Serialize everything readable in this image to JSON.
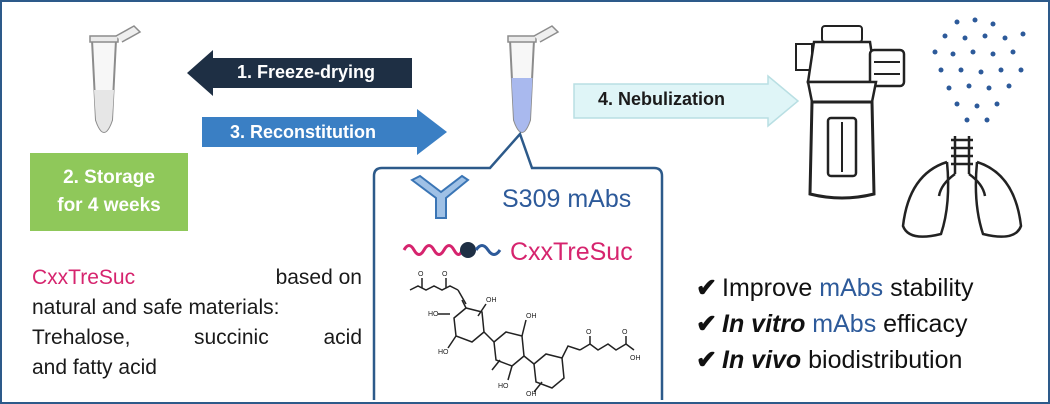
{
  "steps": {
    "freeze_drying": "1. Freeze-drying",
    "storage_line1": "2. Storage",
    "storage_line2": "for 4 weeks",
    "reconstitution": "3. Reconstitution",
    "nebulization": "4. Nebulization"
  },
  "zoom_box": {
    "antibody_label": "S309 mAbs",
    "surfactant_label": "CxxTreSuc"
  },
  "description": {
    "highlight": "CxxTreSuc",
    "line1_rest": "based on",
    "line2": "natural and safe materials:",
    "line3_a": "Trehalose,",
    "line3_b": "succinic",
    "line3_c": "acid",
    "line4": "and fatty acid"
  },
  "outcomes": [
    {
      "mark": "✔",
      "pre": "Improve ",
      "accent": "mAbs",
      "post": " stability",
      "italic": ""
    },
    {
      "mark": "✔",
      "pre": "",
      "accent": "mAbs",
      "post": " efficacy",
      "italic": "In vitro"
    },
    {
      "mark": "✔",
      "pre": "",
      "accent": "",
      "post": "biodistribution",
      "italic": "In vivo"
    }
  ],
  "colors": {
    "frame": "#2d5a8a",
    "dark_arrow": "#1e2f44",
    "blue_arrow": "#3a7fc4",
    "green_box": "#8fc85a",
    "light_arrow": "#dff5f7",
    "pink_accent": "#d6246e",
    "mabs_blue": "#2d5a9a"
  }
}
